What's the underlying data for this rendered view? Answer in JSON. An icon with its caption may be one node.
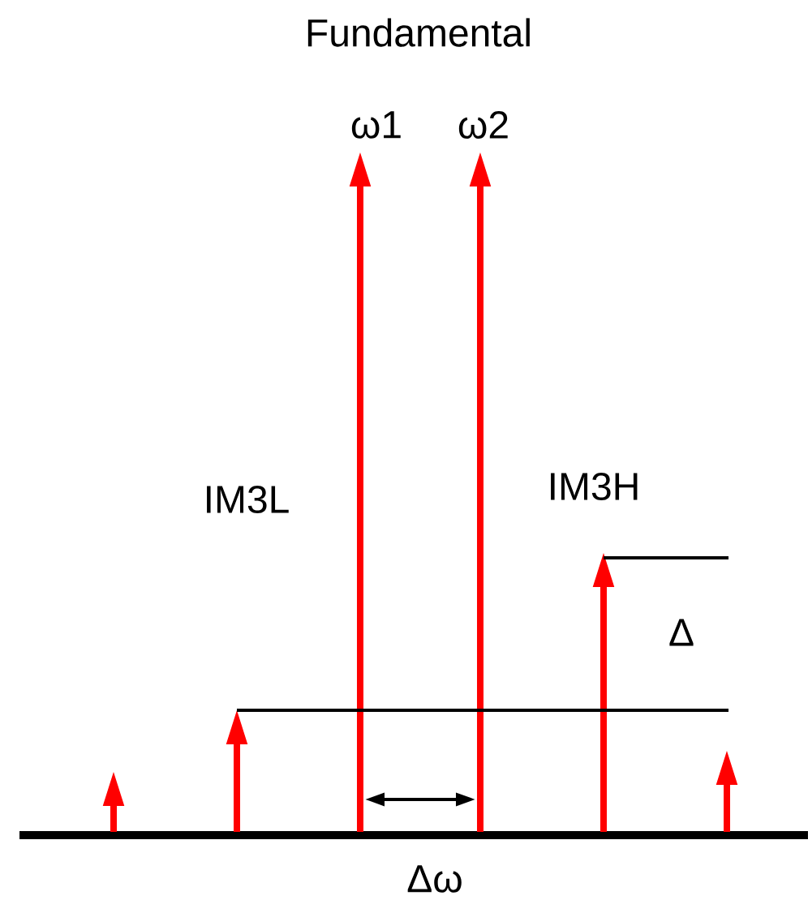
{
  "diagram": {
    "title": "Fundamental",
    "labels": [
      "ω1",
      "ω2",
      "IM3L",
      "IM3H",
      "Δ",
      "Δω"
    ]
  }
}
